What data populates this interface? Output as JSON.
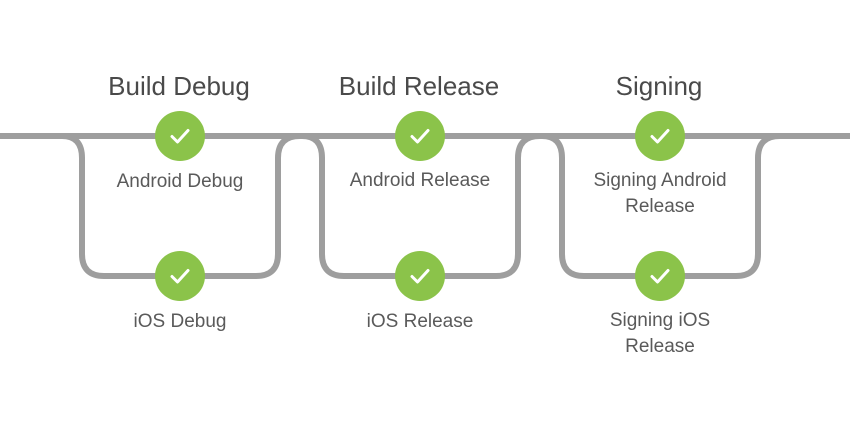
{
  "colors": {
    "pipe_line": "#9e9e9e",
    "success_node": "#8bc34a",
    "check_mark": "#ffffff",
    "stage_title_text": "#4a4a4a",
    "job_label_text": "#5a5a5a"
  },
  "stages": [
    {
      "title": "Build Debug",
      "jobs": [
        {
          "label": "Android Debug",
          "status": "success",
          "icon": "check-icon"
        },
        {
          "label": "iOS Debug",
          "status": "success",
          "icon": "check-icon"
        }
      ]
    },
    {
      "title": "Build Release",
      "jobs": [
        {
          "label": "Android Release",
          "status": "success",
          "icon": "check-icon"
        },
        {
          "label": "iOS Release",
          "status": "success",
          "icon": "check-icon"
        }
      ]
    },
    {
      "title": "Signing",
      "jobs": [
        {
          "label": "Signing Android\nRelease",
          "status": "success",
          "icon": "check-icon"
        },
        {
          "label": "Signing iOS\nRelease",
          "status": "success",
          "icon": "check-icon"
        }
      ]
    }
  ]
}
